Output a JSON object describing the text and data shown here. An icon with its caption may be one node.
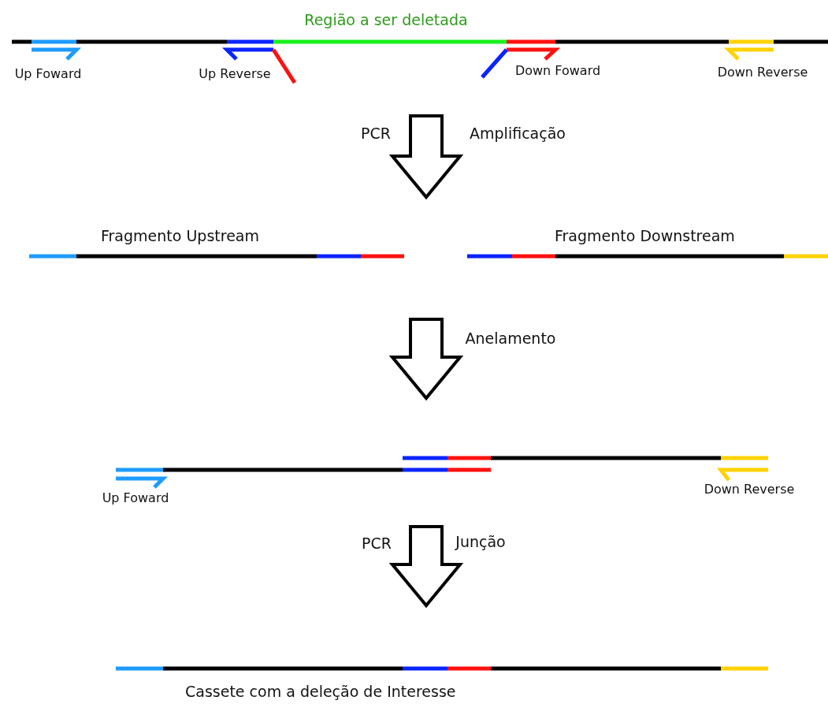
{
  "diagram": {
    "nodes": [
      {
        "text": [],
        "shape": "bar",
        "beside": [
          "Região a ser deletada"
        ]
      },
      {
        "text": [
          "Fragmento Upstream"
        ]
      },
      {
        "text": [
          "Fragmento Downstream"
        ]
      },
      {
        "text": [],
        "shape": "bar"
      },
      {
        "text": [
          "Cassete com a deleção de Interesse"
        ]
      }
    ],
    "edges": [
      {
        "from": 0,
        "to": 1,
        "arrow": "to"
      },
      {
        "from": 0,
        "to": 2,
        "arrow": "to"
      },
      {
        "from": 1,
        "to": 3,
        "arrow": "to"
      },
      {
        "from": 2,
        "to": 3,
        "arrow": "to"
      },
      {
        "from": 3,
        "to": 4,
        "arrow": "to"
      }
    ],
    "labels": [
      "Up Foward",
      "Up Reverse",
      "Down Foward",
      "Down Reverse",
      "PCR",
      "Amplificação",
      "Anelamento",
      "Up Foward",
      "Down Reverse",
      "PCR",
      "Junção"
    ]
  }
}
